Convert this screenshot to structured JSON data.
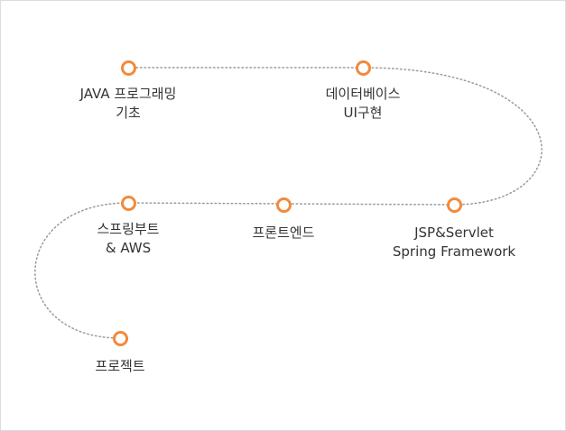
{
  "colors": {
    "accent": "#f28a3c",
    "path": "#9a9a9a",
    "text": "#333333",
    "border": "#dcdcdc"
  },
  "roadmap": {
    "steps": [
      {
        "lines": [
          "JAVA 프로그래밍",
          "기초"
        ]
      },
      {
        "lines": [
          "데이터베이스",
          "UI구현"
        ]
      },
      {
        "lines": [
          "JSP&Servlet",
          "Spring Framework"
        ]
      },
      {
        "lines": [
          "프론트엔드"
        ]
      },
      {
        "lines": [
          "스프링부트",
          "& AWS"
        ]
      },
      {
        "lines": [
          "프로젝트"
        ]
      }
    ]
  }
}
